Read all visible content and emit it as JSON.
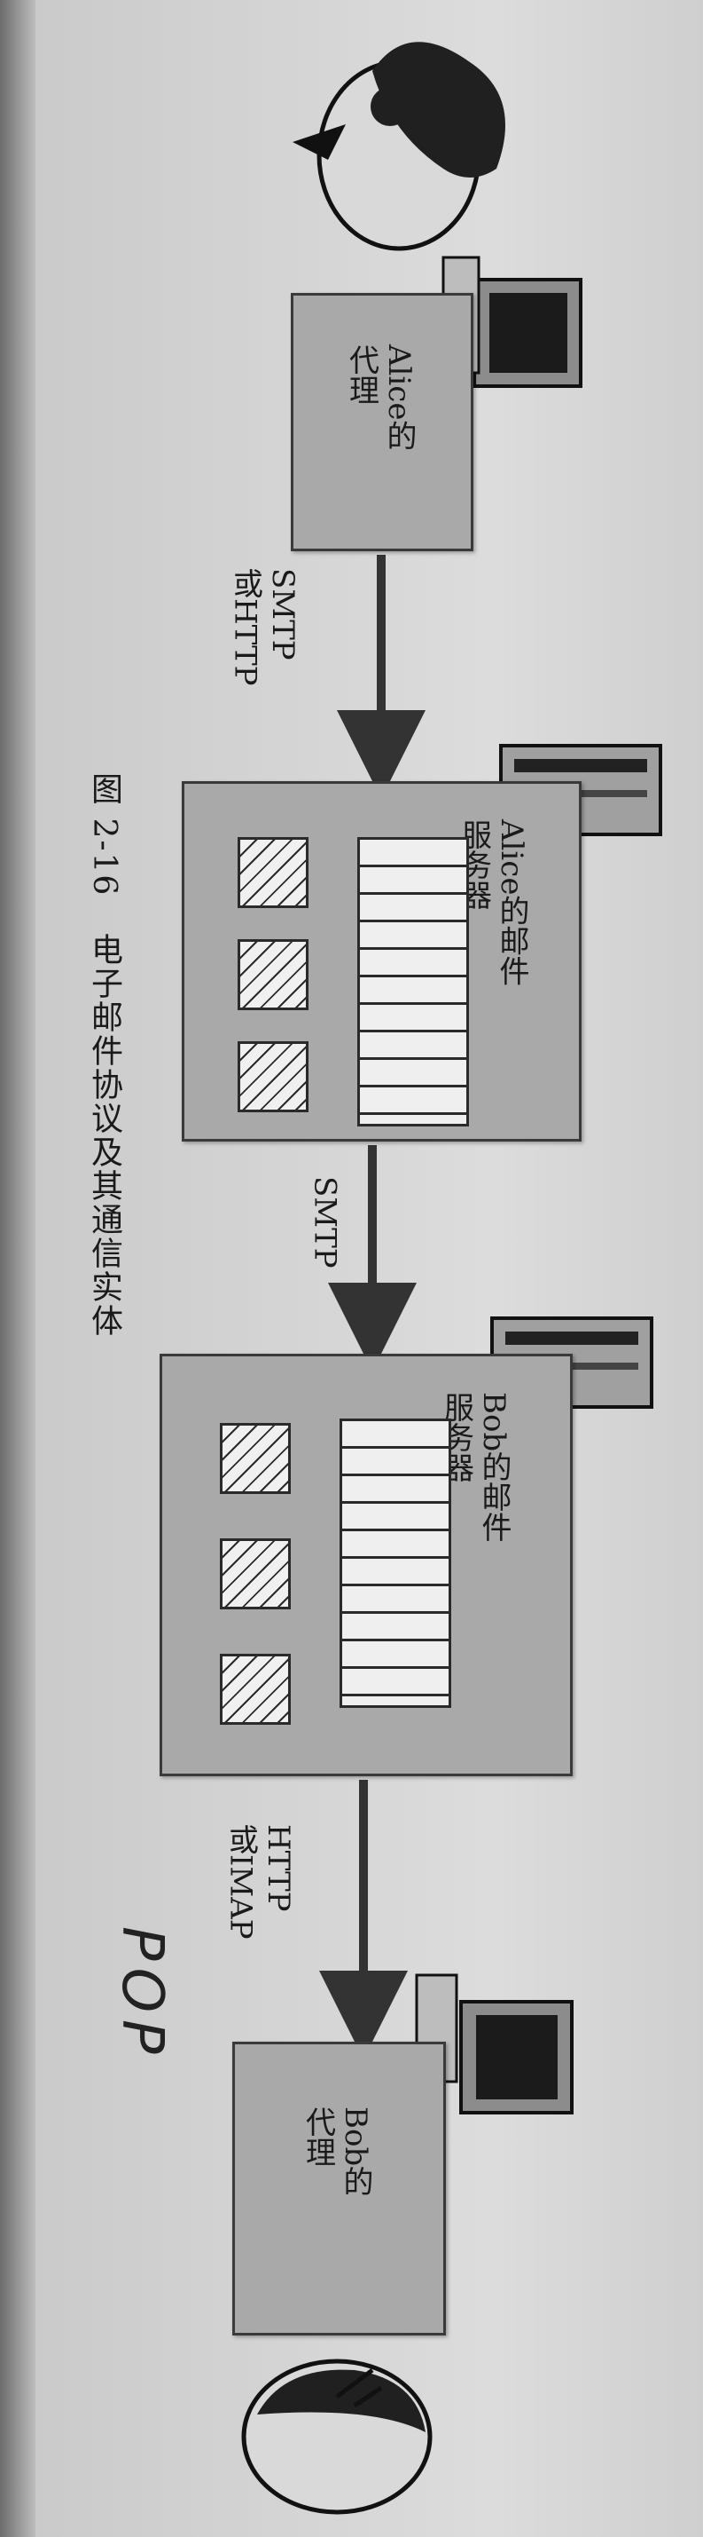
{
  "nodes": {
    "alice_agent": "Alice的\n代理",
    "alice_server": "Alice的邮件\n服务器",
    "bob_server": "Bob的邮件\n服务器",
    "bob_agent": "Bob的\n代理"
  },
  "protocols": {
    "p1": "SMTP\n或HTTP",
    "p2": "SMTP",
    "p3": "HTTP\n或IMAP"
  },
  "caption": "图 2-16   电子邮件协议及其通信实体",
  "handwriting": "POP"
}
